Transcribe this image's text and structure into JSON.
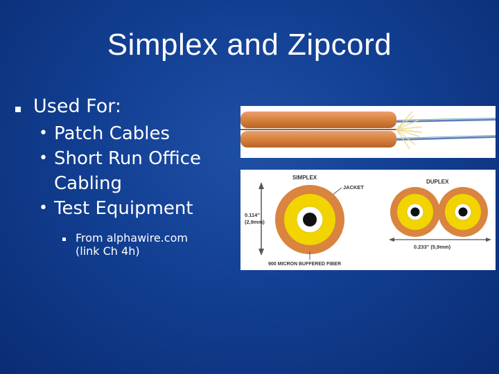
{
  "slide": {
    "title": "Simplex and Zipcord",
    "bullet": "Used For:",
    "sub_bullets": [
      "Patch Cables",
      "Short Run Office Cabling",
      "Test Equipment"
    ],
    "note_line1": "From alphawire.com",
    "note_line2": "(link Ch 4h)"
  },
  "diagram": {
    "simplex_label": "SIMPLEX",
    "jacket_label": "JACKET",
    "duplex_label": "DUPLEX",
    "simplex_dim_in": "0.114\"",
    "simplex_dim_mm": "(2,9mm)",
    "duplex_dim": "0.233\" (5,9mm)",
    "fiber_label": "900 MICRON BUFFERED FIBER"
  },
  "colors": {
    "background": "#123f92",
    "jacket": "#d9843f",
    "buffer": "#f2d400"
  }
}
